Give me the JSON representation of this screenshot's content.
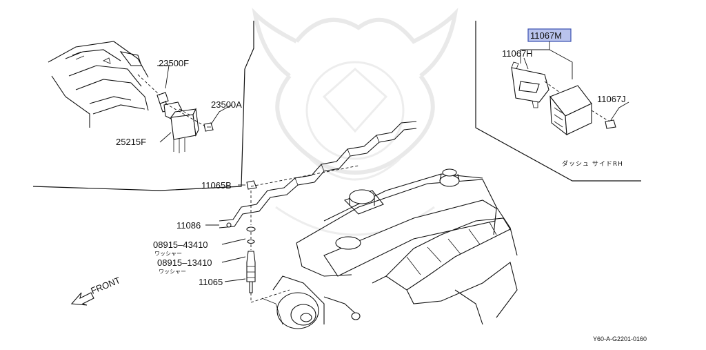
{
  "parts": {
    "p_23500F": "23500F",
    "p_23500A": "23500A",
    "p_25215F": "25215F",
    "p_11067M": "11067M",
    "p_11067H": "11067H",
    "p_11067J": "11067J",
    "p_11065B": "11065B",
    "p_11086": "11086",
    "p_08915_43410": "08915–43410",
    "p_08915_13410": "08915–13410",
    "p_11065": "11065"
  },
  "notes": {
    "washer_1": "ワッシャー",
    "washer_2": "ワッシャー",
    "dash_side_rh": "ダッシュ  サイドRH",
    "front": "FRONT"
  },
  "footer": {
    "ref_code": "Y60-A-G2201-0160"
  },
  "highlight": {
    "selected_part": "11067M",
    "fill": "#b9c3ec",
    "border": "#3a4fb0"
  }
}
